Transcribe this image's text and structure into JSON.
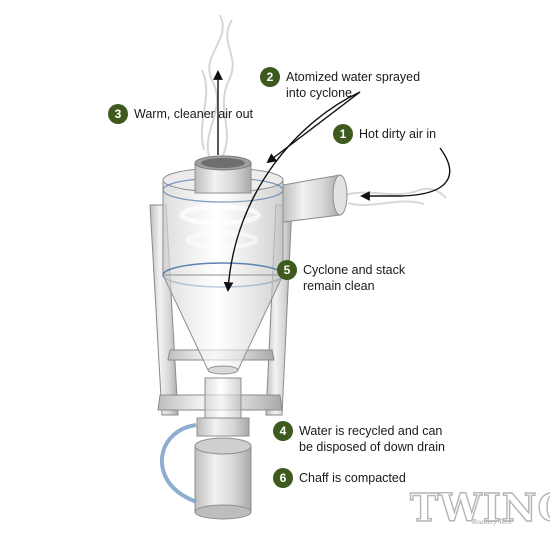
{
  "callouts": [
    {
      "number": "1",
      "lines": [
        "Hot dirty air in"
      ]
    },
    {
      "number": "2",
      "lines": [
        "Atomized water sprayed",
        "into cyclone"
      ]
    },
    {
      "number": "3",
      "lines": [
        "Warm, cleaner air out"
      ]
    },
    {
      "number": "4",
      "lines": [
        "Water is recycled and can",
        "be disposed of down drain"
      ]
    },
    {
      "number": "5",
      "lines": [
        "Cyclone and stack",
        "remain clean"
      ]
    },
    {
      "number": "6",
      "lines": [
        "Chaff is compacted"
      ]
    }
  ],
  "logo": {
    "word": "TWINO",
    "tagline": "Roastery Tech"
  },
  "colors": {
    "badge": "#3e5a1e",
    "text": "#1a1a1a",
    "steel": "#d9d9d9",
    "hose": "#7aa0c8"
  }
}
